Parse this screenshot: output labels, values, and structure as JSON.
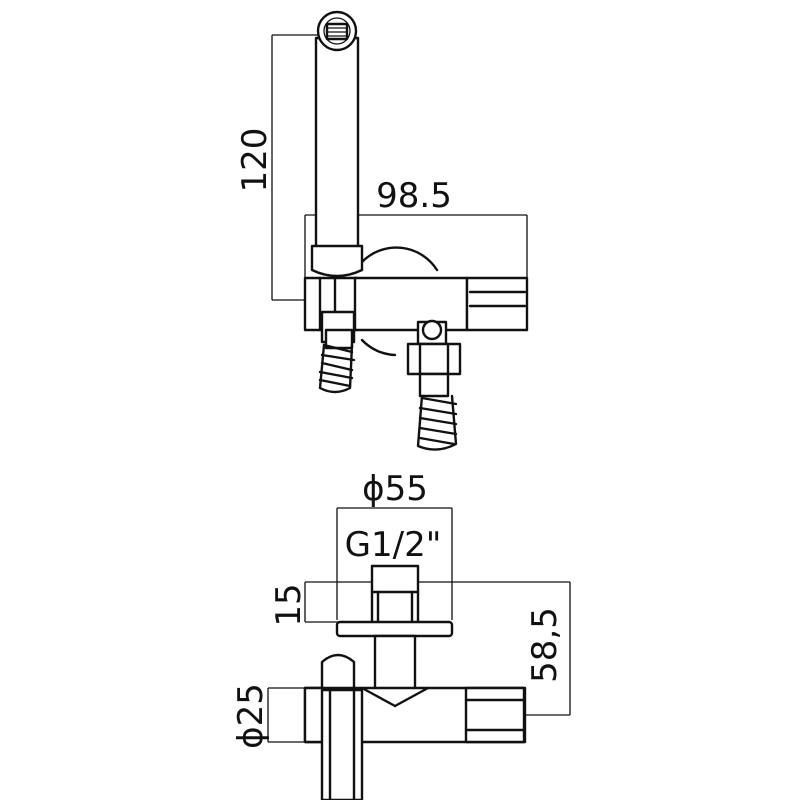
{
  "diagram": {
    "side_view": {
      "height_label": "120",
      "depth_label": "98.5"
    },
    "front_view": {
      "diameter_label": "ϕ55",
      "thread_label": "G1/2\"",
      "thickness_label": "15",
      "height_label": "58,5",
      "pipe_diameter_label": "ϕ25"
    }
  }
}
